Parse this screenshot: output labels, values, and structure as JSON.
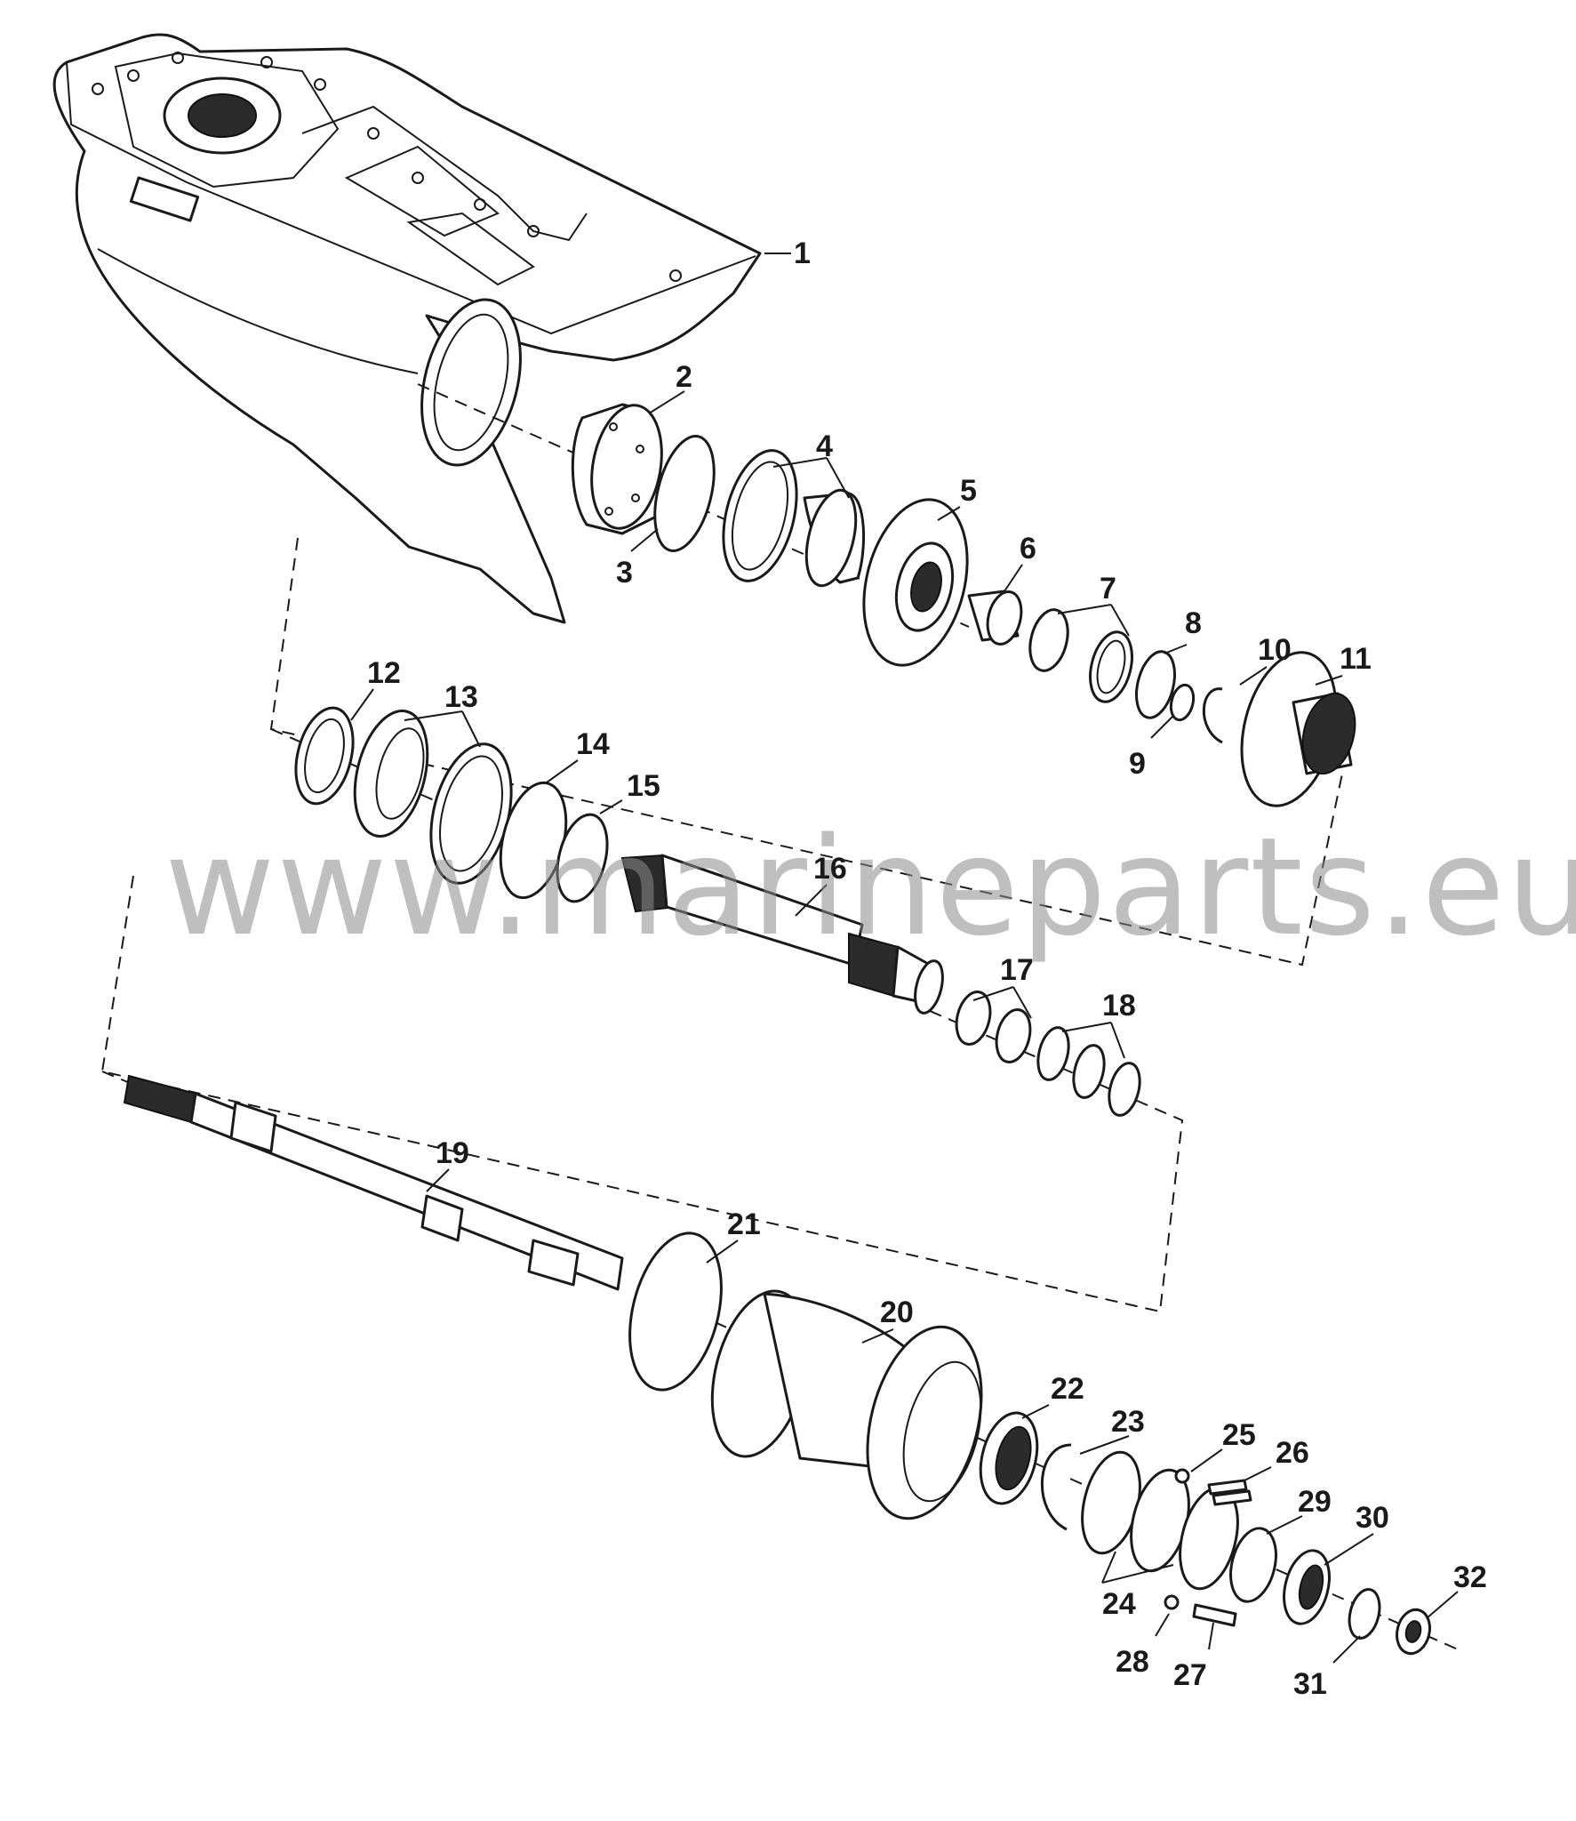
{
  "watermark": "www.marineparts.eu",
  "callouts": [
    "1",
    "2",
    "3",
    "4",
    "5",
    "6",
    "7",
    "8",
    "9",
    "10",
    "11",
    "12",
    "13",
    "14",
    "15",
    "16",
    "17",
    "18",
    "19",
    "20",
    "21",
    "22",
    "23",
    "24",
    "25",
    "26",
    "27",
    "28",
    "29",
    "30",
    "31",
    "32"
  ]
}
